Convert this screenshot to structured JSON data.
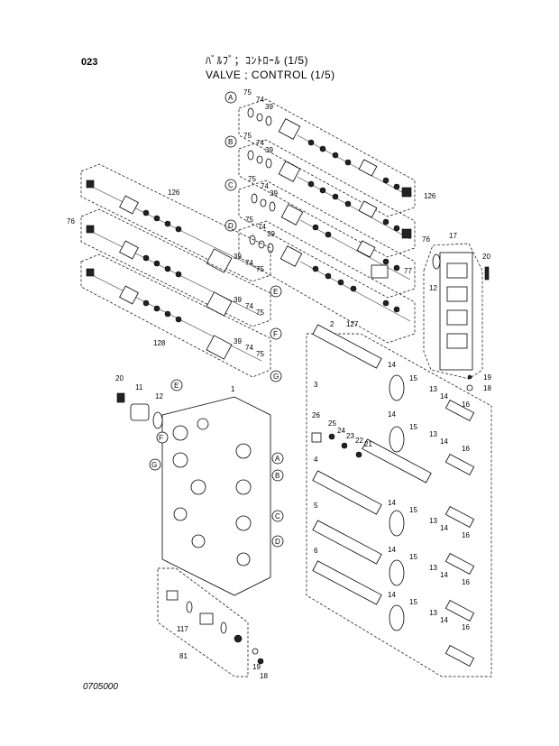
{
  "header": {
    "page_number": "023",
    "title_jp": "ﾊﾞﾙﾌﾞ；ｺﾝﾄﾛｰﾙ (1/5)",
    "title_en": "VALVE ; CONTROL (1/5)"
  },
  "footer": {
    "drawing_code": "0705000"
  },
  "callouts": {
    "circle_letters": [
      "A",
      "B",
      "C",
      "D",
      "E",
      "F",
      "G"
    ],
    "right_group_labels": [
      [
        "75",
        "74",
        "39"
      ],
      [
        "75",
        "74",
        "39"
      ],
      [
        "75",
        "74",
        "39"
      ],
      [
        "75",
        "74",
        "39"
      ]
    ],
    "left_group_labels": [
      [
        "39",
        "74",
        "75"
      ],
      [
        "39",
        "74",
        "75"
      ],
      [
        "39",
        "74",
        "75"
      ]
    ],
    "assembly_labels": {
      "l126a": "126",
      "l126b": "126",
      "l76a": "76",
      "l76b": "76",
      "l77": "77",
      "l127": "127",
      "l128": "128",
      "l17": "17",
      "l20a": "20",
      "l12a": "12",
      "l19a": "19",
      "l18a": "18",
      "l2": "2",
      "l3": "3",
      "l4": "4",
      "l5": "5",
      "l6": "6",
      "l26": "26",
      "l25": "25",
      "l24": "24",
      "l23": "23",
      "l22": "22",
      "l21": "21",
      "l20b": "20",
      "l11": "11",
      "l12b": "12",
      "l1": "1",
      "l117": "117",
      "l81": "81",
      "l19b": "19",
      "l18b": "18"
    },
    "spool_row_labels": [
      "14",
      "15",
      "13",
      "16"
    ]
  }
}
